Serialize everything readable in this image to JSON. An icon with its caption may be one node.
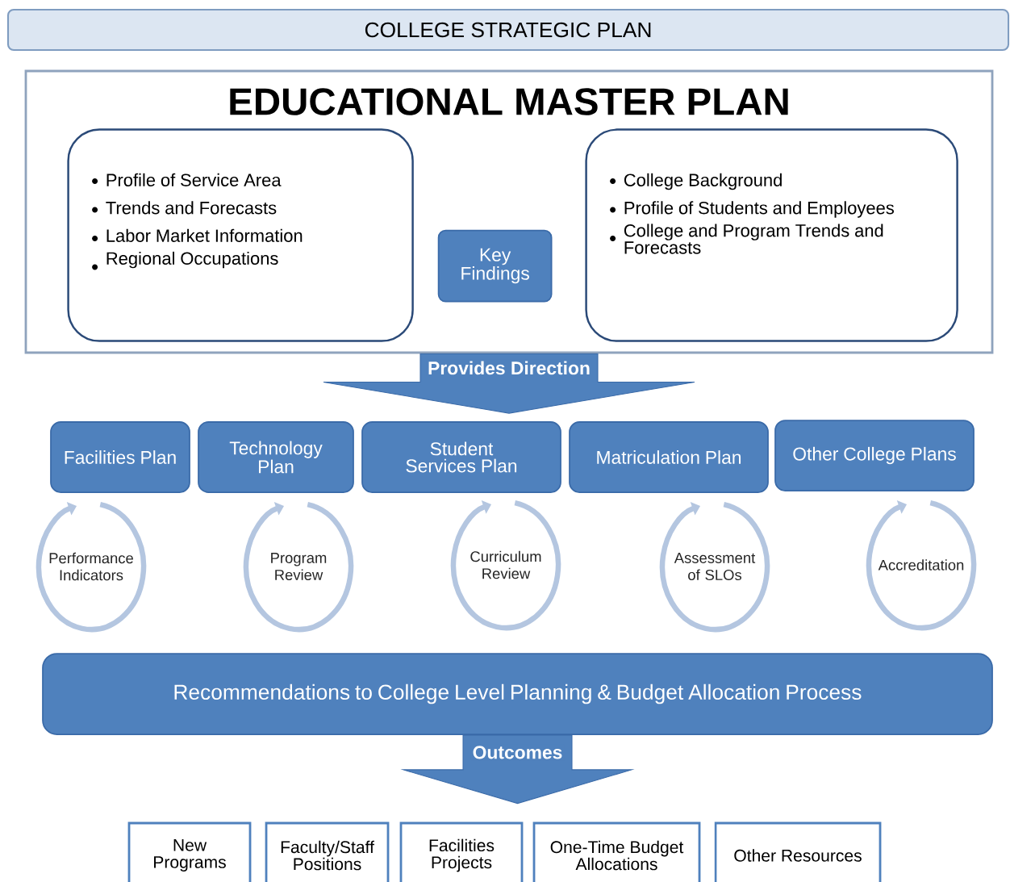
{
  "diagram": {
    "nodes": [
      {
        "text": [
          "COLLEGE STRATEGIC PLAN"
        ]
      },
      {
        "text": [
          "EDUCATIONAL MASTER PLAN"
        ]
      },
      {
        "text": [
          "Profile of Service Area",
          "Trends and Forecasts",
          "Labor Market Information",
          "Regional Occupations"
        ],
        "in": 1
      },
      {
        "text": [
          "Key Findings"
        ],
        "in": 1
      },
      {
        "text": [
          "College Background",
          "Profile of Students and Employees",
          "College and Program Trends and Forecasts"
        ],
        "in": 1
      },
      {
        "text": [
          "Facilities Plan"
        ]
      },
      {
        "text": [
          "Technology Plan"
        ]
      },
      {
        "text": [
          "Student Services Plan"
        ]
      },
      {
        "text": [
          "Matriculation Plan"
        ]
      },
      {
        "text": [
          "Other College Plans"
        ]
      },
      {
        "text": [
          "Performance Indicators"
        ]
      },
      {
        "text": [
          "Program Review"
        ]
      },
      {
        "text": [
          "Curriculum Review"
        ]
      },
      {
        "text": [
          "Assessment of SLOs"
        ]
      },
      {
        "text": [
          "Accreditation"
        ]
      },
      {
        "text": [
          "Recommendations to College Level Planning & Budget Allocation Process"
        ]
      },
      {
        "text": [
          "New Programs"
        ]
      },
      {
        "text": [
          "Faculty/Staff Positions"
        ]
      },
      {
        "text": [
          "Facilities Projects"
        ]
      },
      {
        "text": [
          "One-Time Budget Allocations"
        ]
      },
      {
        "text": [
          "Other Resources"
        ]
      }
    ],
    "edges": [
      {
        "from": 1,
        "to": 7,
        "arrow": "to",
        "label": "Provides Direction"
      },
      {
        "from": 15,
        "to": 18,
        "arrow": "to",
        "label": "Outcomes"
      }
    ]
  }
}
